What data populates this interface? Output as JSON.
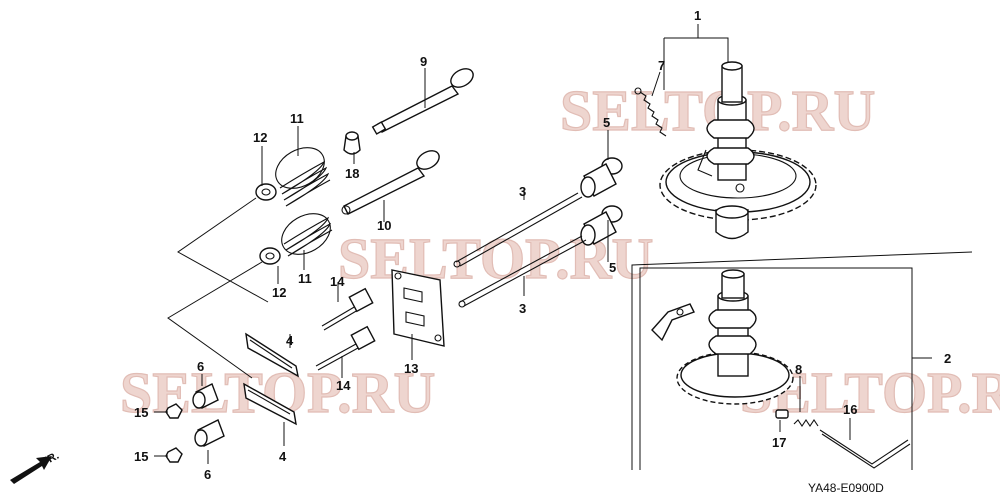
{
  "diagram": {
    "callouts": {
      "p1": "1",
      "p2": "2",
      "p3a": "3",
      "p3b": "3",
      "p4a": "4",
      "p4b": "4",
      "p5a": "5",
      "p5b": "5",
      "p6a": "6",
      "p6b": "6",
      "p7": "7",
      "p8": "8",
      "p9": "9",
      "p10": "10",
      "p11a": "11",
      "p11b": "11",
      "p12a": "12",
      "p12b": "12",
      "p13": "13",
      "p14a": "14",
      "p14b": "14",
      "p15a": "15",
      "p15b": "15",
      "p16": "16",
      "p17": "17",
      "p18": "18"
    },
    "diagram_code": "YA48-E0900D",
    "direction_label": "FR.",
    "watermark": "SELTOP.RU"
  },
  "colors": {
    "line": "#111111",
    "watermark_fill": "#e9c7c0",
    "background": "#ffffff"
  }
}
